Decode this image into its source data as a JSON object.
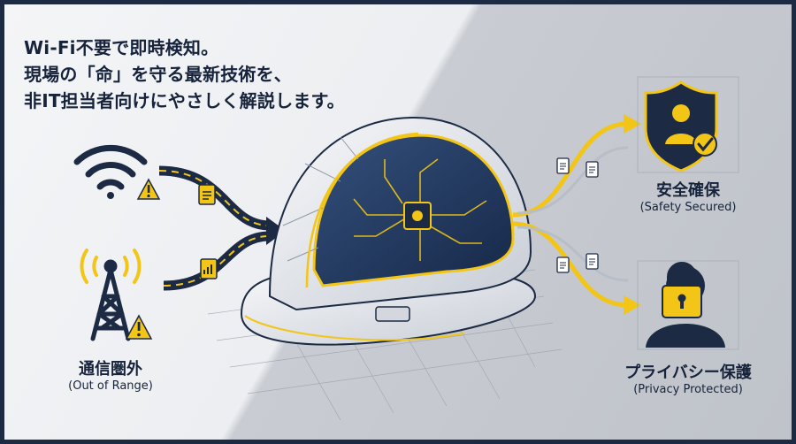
{
  "headline": {
    "line1": "Wi-Fi不要で即時検知。",
    "line2": "現場の「命」を守る最新技術を、",
    "line3": "非IT担当者向けにやさしく解説します。"
  },
  "left_bottom": {
    "label_jp": "通信圏外",
    "label_en": "(Out of Range)"
  },
  "right_top": {
    "label_jp": "安全確保",
    "label_en": "(Safety Secured)"
  },
  "right_bottom": {
    "label_jp": "プライバシー保護",
    "label_en": "(Privacy Protected)"
  },
  "colors": {
    "navy": "#1c2a44",
    "accent_yellow": "#f2c516",
    "helmet_white": "#eef0f3"
  },
  "icons": [
    "wifi-icon",
    "warning-icon",
    "cell-tower-icon",
    "document-icon",
    "chip-icon",
    "shield-user-icon",
    "check-icon",
    "padlock-icon",
    "person-silhouette-icon"
  ]
}
